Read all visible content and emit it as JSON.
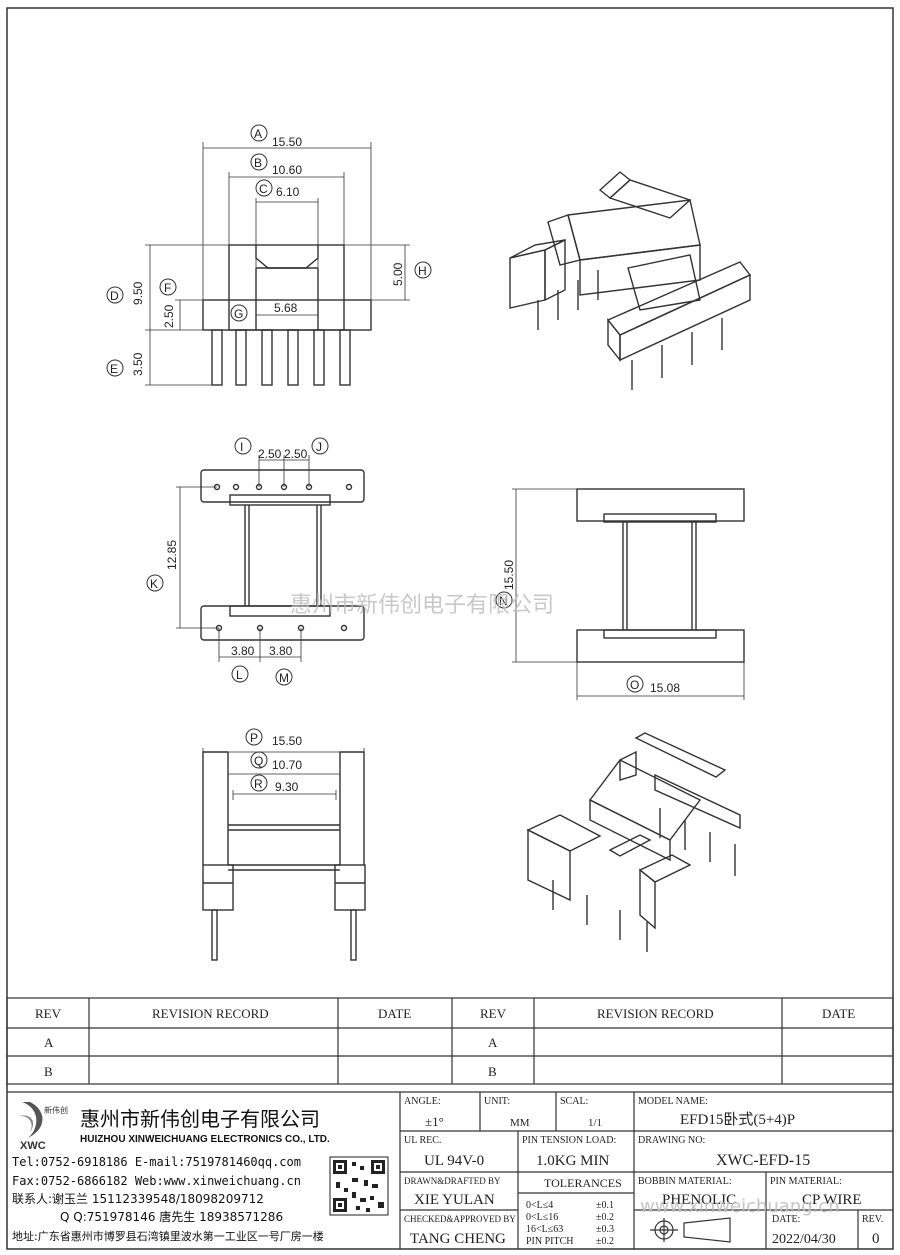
{
  "watermark_center": "惠州市新伟创电子有限公司",
  "watermark_bottom": "www.xinweichuang.cn",
  "views": {
    "front": {
      "dims": [
        {
          "letter": "A",
          "value": "15.50"
        },
        {
          "letter": "B",
          "value": "10.60"
        },
        {
          "letter": "C",
          "value": "6.10"
        },
        {
          "letter": "D",
          "value": "9.50"
        },
        {
          "letter": "E",
          "value": "3.50"
        },
        {
          "letter": "F",
          "value": "2.50"
        },
        {
          "letter": "G",
          "value": "5.68"
        },
        {
          "letter": "H",
          "value": "5.00"
        }
      ]
    },
    "top": {
      "dims": [
        {
          "letter": "I",
          "value": "2.50"
        },
        {
          "letter": "J",
          "value": "2.50"
        },
        {
          "letter": "K",
          "value": "12.85"
        },
        {
          "letter": "L",
          "value": "3.80"
        },
        {
          "letter": "M",
          "value": "3.80"
        }
      ]
    },
    "side": {
      "dims": [
        {
          "letter": "N",
          "value": "15.50"
        },
        {
          "letter": "O",
          "value": "15.08"
        }
      ]
    },
    "bottom": {
      "dims": [
        {
          "letter": "P",
          "value": "15.50"
        },
        {
          "letter": "Q",
          "value": "10.70"
        },
        {
          "letter": "R",
          "value": "9.30"
        }
      ]
    }
  },
  "revision_table": {
    "headers": [
      "REV",
      "REVISION RECORD",
      "DATE",
      "REV",
      "REVISION RECORD",
      "DATE"
    ],
    "rows": [
      {
        "rev_left": "A",
        "rev_right": "A"
      },
      {
        "rev_left": "B",
        "rev_right": "B"
      }
    ]
  },
  "company": {
    "logo_text": "新伟创",
    "logo_abbr": "XWC",
    "name_cn": "惠州市新伟创电子有限公司",
    "name_en": "HUIZHOU XINWEICHUANG ELECTRONICS CO., LTD.",
    "tel_line": "Tel:0752-6918186 E-mail:7519781460qq.com",
    "fax_line": "Fax:0752-6866182 Web:www.xinweichuang.cn",
    "contact_line": "联系人:谢玉兰 15112339548/18098209712",
    "qq_line": "Q Q:751978146    唐先生 18938571286",
    "address_line": "地址:广东省惠州市博罗县石湾镇里波水第一工业区一号厂房一楼"
  },
  "title_block": {
    "angle_label": "ANGLE:",
    "angle_value": "±1°",
    "unit_label": "UNIT:",
    "unit_value": "MM",
    "scale_label": "SCAL:",
    "scale_value": "1/1",
    "model_label": "MODEL NAME:",
    "model_value": "EFD15卧式(5+4)P",
    "ul_label": "UL REC.",
    "ul_value": "UL 94V-0",
    "pin_tension_label": "PIN TENSION LOAD:",
    "pin_tension_value": "1.0KG MIN",
    "drawing_label": "DRAWING NO:",
    "drawing_value": "XWC-EFD-15",
    "drafted_label": "DRAWN&DRAFTED BY",
    "drafted_value": "XIE YULAN",
    "tolerances_label": "TOLERANCES",
    "bobbin_label": "BOBBIN MATERIAL:",
    "bobbin_value": "PHENOLIC",
    "pin_material_label": "PIN MATERIAL:",
    "pin_material_value": "CP WIRE",
    "checked_label": "CHECKED&APPROVED BY",
    "checked_value": "TANG CHENG",
    "tolerance_rows": [
      {
        "range": "0<L≤4",
        "tol": "±0.1"
      },
      {
        "range": "0<L≤16",
        "tol": "±0.2"
      },
      {
        "range": "16<L≤63",
        "tol": "±0.3"
      },
      {
        "range": "PIN PITCH",
        "tol": "±0.2"
      }
    ],
    "date_label": "DATE:",
    "date_value": "2022/04/30",
    "rev_label": "REV.",
    "rev_value": "0"
  }
}
